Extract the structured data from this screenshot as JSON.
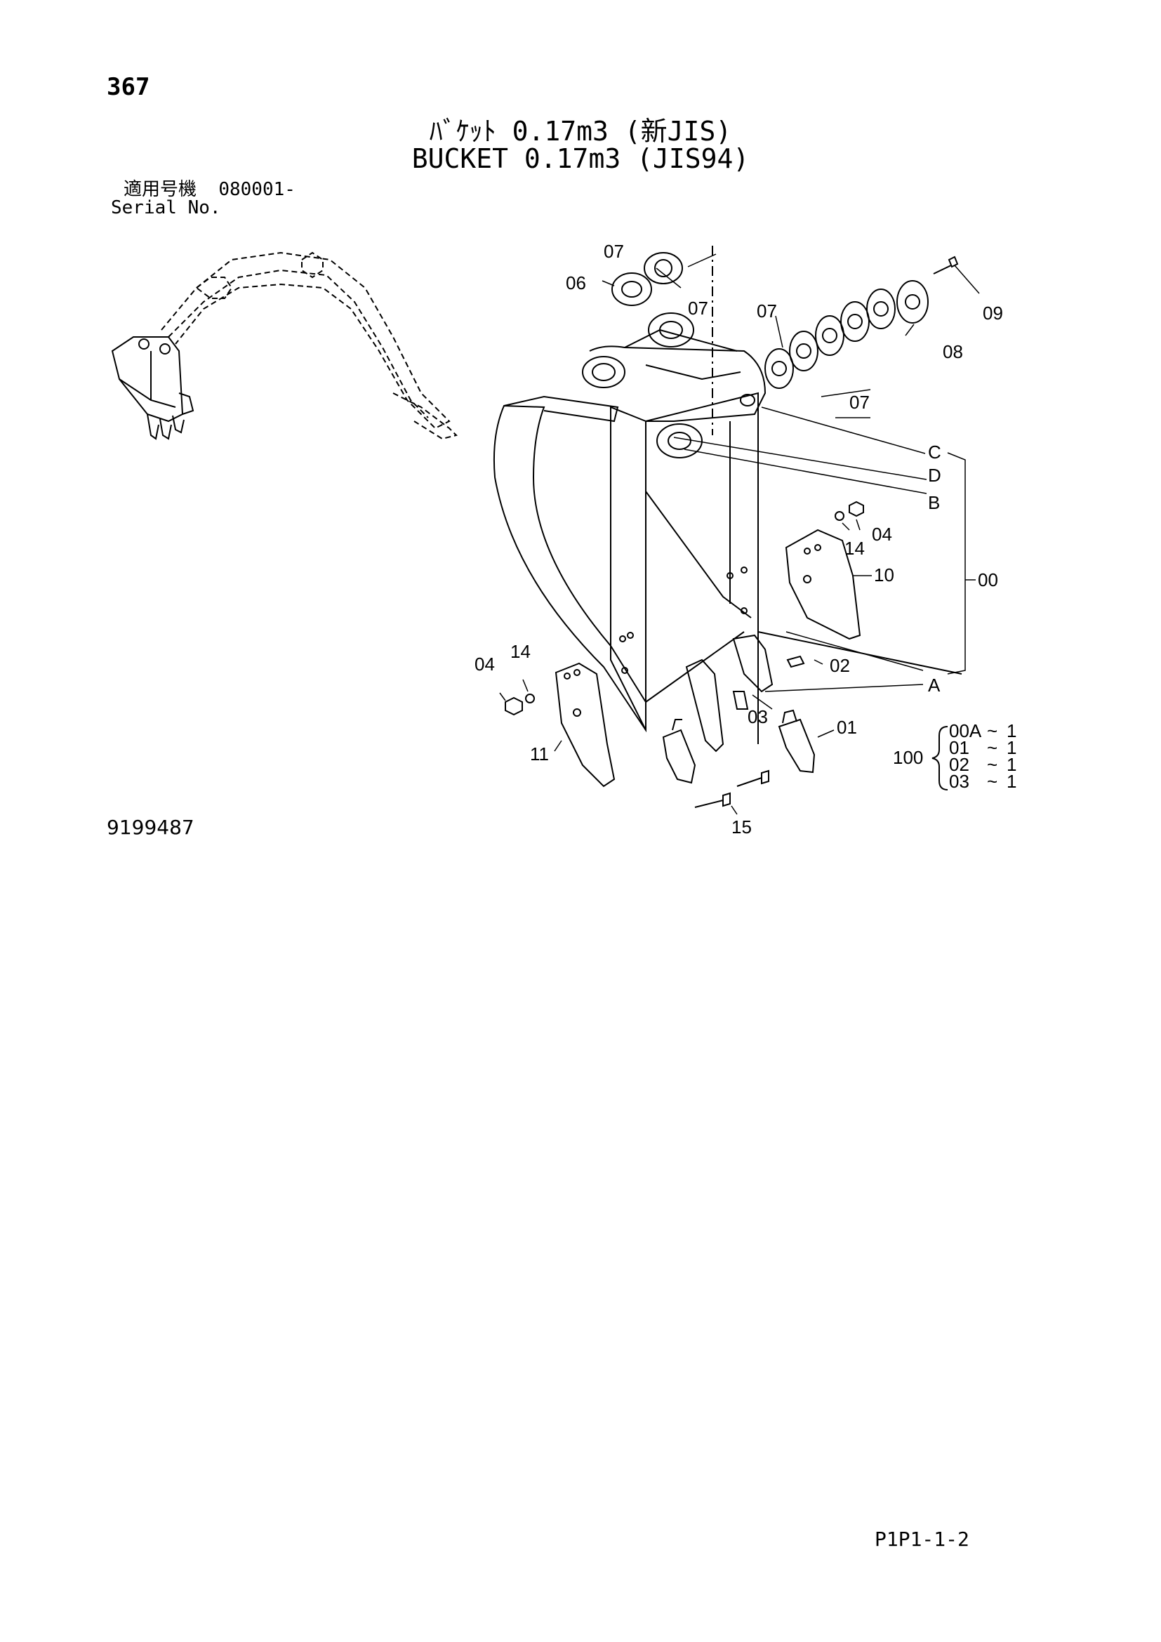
{
  "page_number": "367",
  "title_jp": "ﾊﾞｹｯﾄ 0.17m3 (新JIS)",
  "title_en": "BUCKET 0.17m3 (JIS94)",
  "serial": {
    "label_jp": "適用号機",
    "value": "080001-",
    "label_en": "Serial No."
  },
  "callouts": {
    "p00": "00",
    "p01": "01",
    "p02": "02",
    "p03": "03",
    "p04": "04",
    "p06": "06",
    "p07": "07",
    "p08": "08",
    "p09": "09",
    "p10": "10",
    "p11": "11",
    "p14": "14",
    "p15": "15",
    "A": "A",
    "B": "B",
    "C": "C",
    "D": "D"
  },
  "kit": {
    "number": "100",
    "rows": [
      {
        "part": "00A",
        "sep": "~",
        "qty": "1"
      },
      {
        "part": "01",
        "sep": "~",
        "qty": "1"
      },
      {
        "part": "02",
        "sep": "~",
        "qty": "1"
      },
      {
        "part": "03",
        "sep": "~",
        "qty": "1"
      }
    ]
  },
  "drawing_number": "9199487",
  "sheet_code": "P1P1-1-2"
}
